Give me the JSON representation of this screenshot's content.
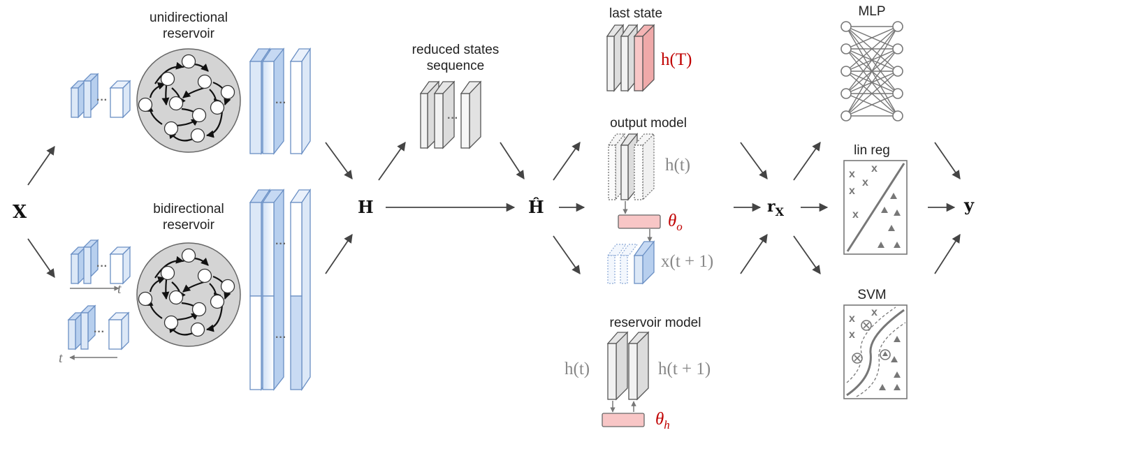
{
  "input": {
    "symbol": "X"
  },
  "reservoirs": {
    "unidirectional": {
      "line1": "unidirectional",
      "line2": "reservoir"
    },
    "bidirectional": {
      "line1": "bidirectional",
      "line2": "reservoir"
    },
    "time_forward": "t",
    "time_backward": "t"
  },
  "states_matrix": {
    "symbol": "H"
  },
  "reduced": {
    "line1": "reduced states",
    "line2": "sequence",
    "symbol": "Ĥ"
  },
  "representations": {
    "last_state": {
      "title": "last state",
      "formula": "h(T)"
    },
    "output_model": {
      "title": "output model",
      "state": "h(t)",
      "param": "θ",
      "param_sub": "o",
      "next_input": "x(t + 1)"
    },
    "reservoir_model": {
      "title": "reservoir model",
      "state_left": "h(t)",
      "state_right": "h(t + 1)",
      "param": "θ",
      "param_sub": "h"
    }
  },
  "representation_vector": {
    "symbol": "r",
    "sub": "X"
  },
  "readouts": [
    {
      "name": "MLP"
    },
    {
      "name": "lin reg"
    },
    {
      "name": "SVM"
    }
  ],
  "output": {
    "symbol": "y"
  },
  "colors": {
    "blue_fill": "#dce8f7",
    "blue_stroke": "#6a8fc4",
    "gray_fill": "#f2f2f2",
    "gray_stroke": "#555555",
    "pink": "#f8c6c6",
    "red": "#c00000",
    "arrow": "#444444"
  }
}
